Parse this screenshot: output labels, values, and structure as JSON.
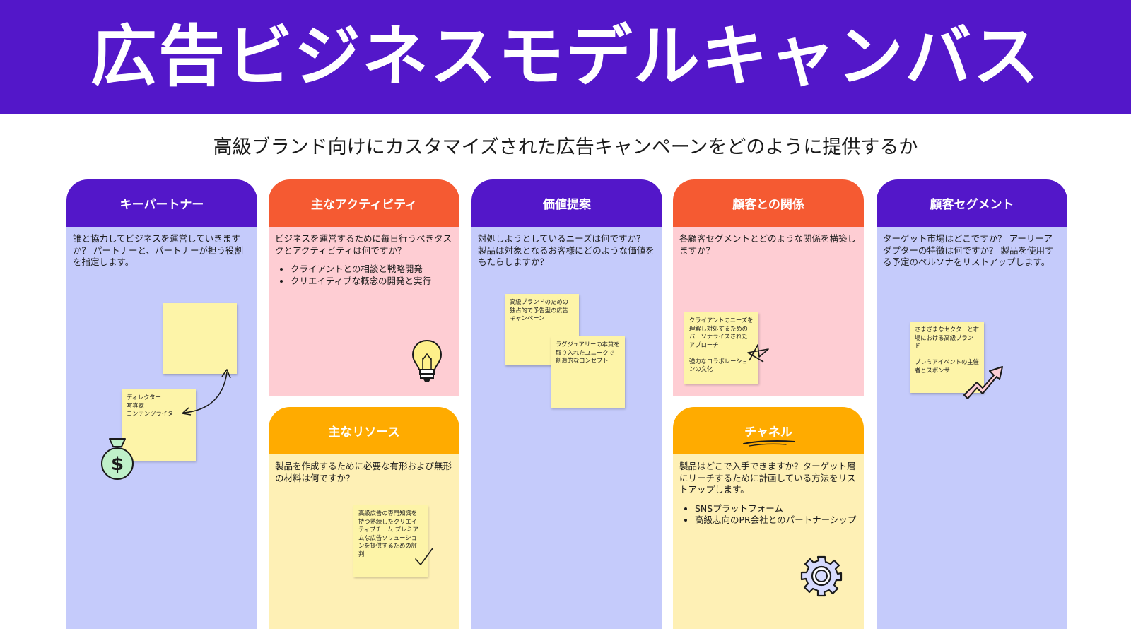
{
  "header": {
    "title": "広告ビジネスモデルキャンバス",
    "subtitle": "高級ブランド向けにカスタマイズされた広告キャンペーンをどのように提供するか"
  },
  "colors": {
    "purple": "#5317c9",
    "orange": "#f55a32",
    "yellow": "#ffab00",
    "lavender": "#c5cbfb",
    "pink": "#fecdd3",
    "cream": "#fef0b5",
    "sticky": "#fdf4a8"
  },
  "sections": {
    "key_partners": {
      "title": "キーパートナー",
      "description": "誰と協力してビジネスを運営していきますか？ パートナーと、パートナーが担う役割を指定します。",
      "sticky_note": "ディレクター\n写真家\nコンテンツライター"
    },
    "key_activities": {
      "title": "主なアクティビティ",
      "description": "ビジネスを運営するために毎日行うべきタスクとアクティビティは何ですか？",
      "bullets": [
        "クライアントとの相談と戦略開発",
        "クリエイティブな概念の開発と実行"
      ]
    },
    "key_resources": {
      "title": "主なリソース",
      "description": "製品を作成するために必要な有形および無形の材料は何ですか？",
      "sticky_note": "高級広告の専門知識を持つ熟練したクリエイティブチーム プレミアムな広告ソリューションを提供するための評判"
    },
    "value_propositions": {
      "title": "価値提案",
      "description": "対処しようとしているニーズは何ですか？ 製品は対象となるお客様にどのような価値をもたらしますか？",
      "sticky_notes": [
        "高級ブランドのための独占的で予告型の広告キャンペーン",
        "ラグジュアリーの本質を取り入れたユニークで創造的なコンセプト"
      ]
    },
    "customer_relationships": {
      "title": "顧客との関係",
      "description": "各顧客セグメントとどのような関係を構築しますか？",
      "sticky_note": "クライアントのニーズを理解し対処するためのパーソナライズされたアプローチ\n\n強力なコラボレーションの文化"
    },
    "channels": {
      "title": "チャネル",
      "description": "製品はどこで入手できますか？ターゲット層にリーチするために計画している方法をリストアップします。",
      "bullets": [
        "SNSプラットフォーム",
        "高級志向のPR会社とのパートナーシップ"
      ]
    },
    "customer_segments": {
      "title": "顧客セグメント",
      "description": "ターゲット市場はどこですか？ アーリーアダプターの特徴は何ですか？ 製品を使用する予定のペルソナをリストアップします。",
      "sticky_note": "さまざまなセクターと市場における高級ブランド\n\nプレミアイベントの主催者とスポンサー"
    }
  }
}
